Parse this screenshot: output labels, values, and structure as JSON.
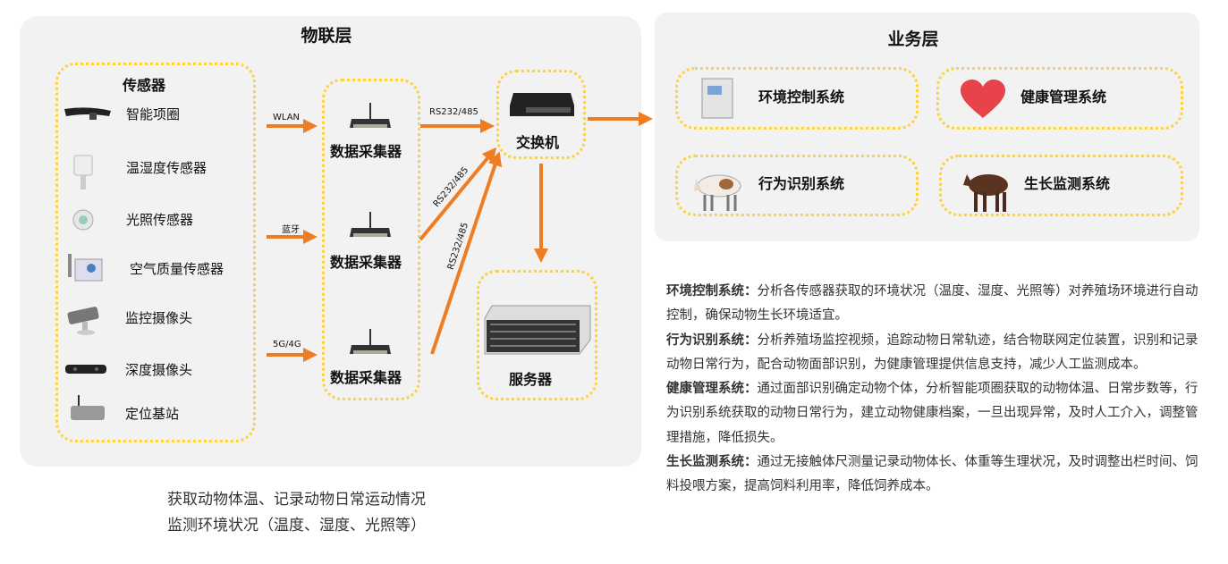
{
  "iot_layer": {
    "title": "物联层",
    "sensors": {
      "title": "传感器",
      "items": [
        {
          "label": "智能项圈",
          "icon": "collar-icon"
        },
        {
          "label": "温湿度传感器",
          "icon": "thermo-hygrometer-icon"
        },
        {
          "label": "光照传感器",
          "icon": "light-sensor-icon"
        },
        {
          "label": "空气质量传感器",
          "icon": "air-quality-sensor-icon"
        },
        {
          "label": "监控摄像头",
          "icon": "cctv-camera-icon"
        },
        {
          "label": "深度摄像头",
          "icon": "depth-camera-icon"
        },
        {
          "label": "定位基站",
          "icon": "positioning-base-station-icon"
        }
      ]
    },
    "links": [
      "WLAN",
      "蓝牙",
      "5G/4G"
    ],
    "collectors": [
      "数据采集器",
      "数据采集器",
      "数据采集器"
    ],
    "bus_labels": [
      "RS232/485",
      "RS232/485",
      "RS232/485"
    ],
    "switch": "交换机",
    "server": "服务器"
  },
  "business_layer": {
    "title": "业务层",
    "systems": [
      {
        "label": "环境控制系统",
        "icon": "control-cabinet-icon"
      },
      {
        "label": "健康管理系统",
        "icon": "heart-icon"
      },
      {
        "label": "行为识别系统",
        "icon": "cow-icon"
      },
      {
        "label": "生长监测系统",
        "icon": "cattle-icon"
      }
    ]
  },
  "descriptions": [
    {
      "head": "环境控制系统：",
      "body": "分析各传感器获取的环境状况（温度、湿度、光照等）对养殖场环境进行自动控制，确保动物生长环境适宜。"
    },
    {
      "head": "行为识别系统：",
      "body": "分析养殖场监控视频，追踪动物日常轨迹，结合物联网定位装置，识别和记录动物日常行为，配合动物面部识别，为健康管理提供信息支持，减少人工监测成本。"
    },
    {
      "head": "健康管理系统：",
      "body": "通过面部识别确定动物个体，分析智能项圈获取的动物体温、日常步数等，行为识别系统获取的动物日常行为，建立动物健康档案，一旦出现异常，及时人工介入，调整管理措施，降低损失。"
    },
    {
      "head": "生长监测系统：",
      "body": "通过无接触体尺测量记录动物体长、体重等生理状况，及时调整出栏时间、饲料投喂方案，提高饲料利用率，降低饲养成本。"
    }
  ],
  "caption": [
    "获取动物体温、记录动物日常运动情况",
    "监测环境状况（温度、湿度、光照等）"
  ],
  "colors": {
    "arrow": "#f07c22",
    "dotted_border": "#fcd240",
    "panel": "#f2f2f2"
  }
}
